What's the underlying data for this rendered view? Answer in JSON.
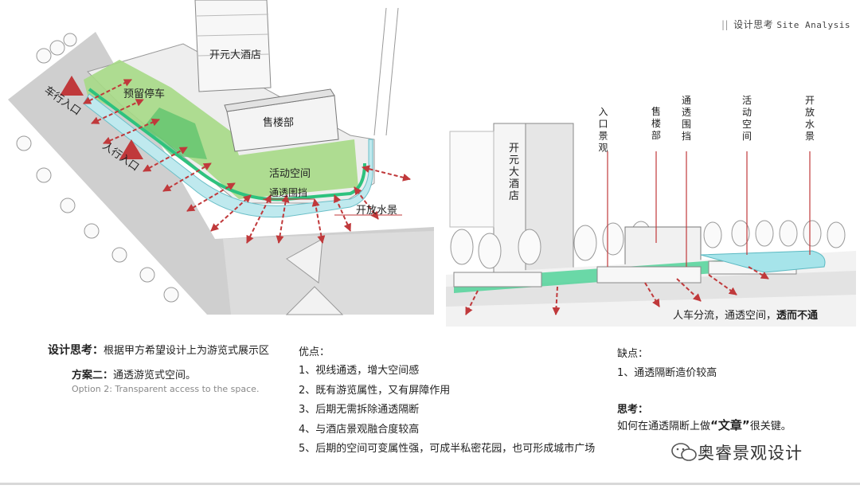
{
  "header": {
    "title": "设计思考",
    "subtitle": "Site Analysis"
  },
  "plan": {
    "hotel": "开元大酒店",
    "parking": "预留停车",
    "sales": "售楼部",
    "vehicle_entry": "车行入口",
    "pedestrian_entry": "人行入口",
    "activity": "活动空间",
    "fence": "通透围挡",
    "water": "开放水景"
  },
  "perspective": {
    "hotel": "开元大酒店",
    "labels": [
      "入口景观",
      "售楼部",
      "通透围挡",
      "活动空间",
      "开放水景"
    ],
    "caption_normal": "人车分流，通透空间，",
    "caption_bold": "透而不通"
  },
  "text": {
    "think_label": "设计思考：",
    "think_body": "根据甲方希望设计上为游览式展示区",
    "option_label": "方案二：",
    "option_body": "通透游览式空间。",
    "option_en": "Option 2: Transparent access to the space.",
    "pros_title": "优点：",
    "pros": [
      "1、视线通透，增大空间感",
      "2、既有游览属性，又有屏障作用",
      "3、后期无需拆除通透隔断",
      "4、与酒店景观融合度较高",
      "5、后期的空间可变属性强，可成半私密花园，也可形成城市广场"
    ],
    "cons_title": "缺点：",
    "cons": [
      "1、通透隔断造价较高"
    ],
    "reflect_title": "思考：",
    "reflect_pre": "如何在通透隔断上做",
    "reflect_key": "“文章”",
    "reflect_post": "很关键。"
  },
  "watermark": "奥睿景观设计",
  "colors": {
    "green": "#9ed47a",
    "cyan": "#bde8ee",
    "red": "#c0393b",
    "gray": "#c9c9c9"
  }
}
